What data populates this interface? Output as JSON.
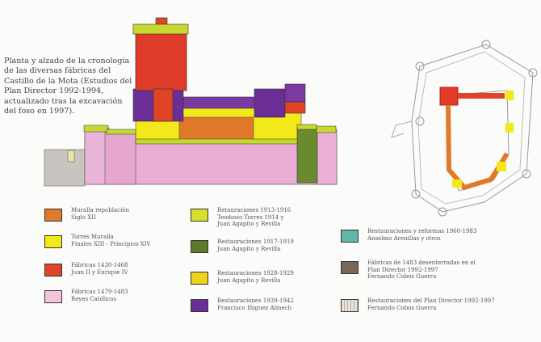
{
  "caption": "Planta y alzado de la cronología de las diversas fábricas del Castillo de la Mota (Estudios del Plan Director 1992-1994, actualizado tras la excavación del foso en 1997).",
  "legend": [
    {
      "color": "#e07a2a",
      "lines": [
        "Muralla repoblación",
        "Siglo XII"
      ]
    },
    {
      "color": "#f2ea18",
      "lines": [
        "Torres Muralla",
        "Finales XIII - Principios XIV"
      ]
    },
    {
      "color": "#e04428",
      "lines": [
        "Fábricas 1430-1468",
        "Juan II y Enrique IV"
      ]
    },
    {
      "color": "#f3c4dc",
      "lines": [
        "Fábricas 1479-1483",
        "Reyes Católicos"
      ]
    },
    {
      "color": "#d6e02a",
      "lines": [
        "Retauraciones 1913-1916",
        "Teodosio Torres 1914 y",
        "Juan Agapito y Revilla"
      ]
    },
    {
      "color": "#5f7a2a",
      "lines": [
        "Restauraciones 1917-1919",
        "Juan Agapito y Revilla"
      ]
    },
    {
      "color": "#eed21a",
      "lines": [
        "Restauraciones 1928-1929",
        "Juan Agapito y Revilla"
      ]
    },
    {
      "color": "#6a2e94",
      "lines": [
        "Restauraciones 1939-1942",
        "Francisco Iñiguez Almech"
      ]
    },
    {
      "color": "#5fb8a8",
      "lines": [
        "Restauraciones y reformas 1960-1983",
        "Anselmo Arenillas y otros"
      ]
    },
    {
      "color": "#7a6656",
      "lines": [
        "Fábricas de 1483 desenterradas en el",
        "Plan Director 1992-1997",
        "Fernando Cobos Guerra"
      ]
    },
    {
      "color": "#e8e2d8",
      "lines": [
        "Restauraciones del Plan Director 1992-1997",
        "Fernando Cobos Guerra"
      ]
    }
  ]
}
